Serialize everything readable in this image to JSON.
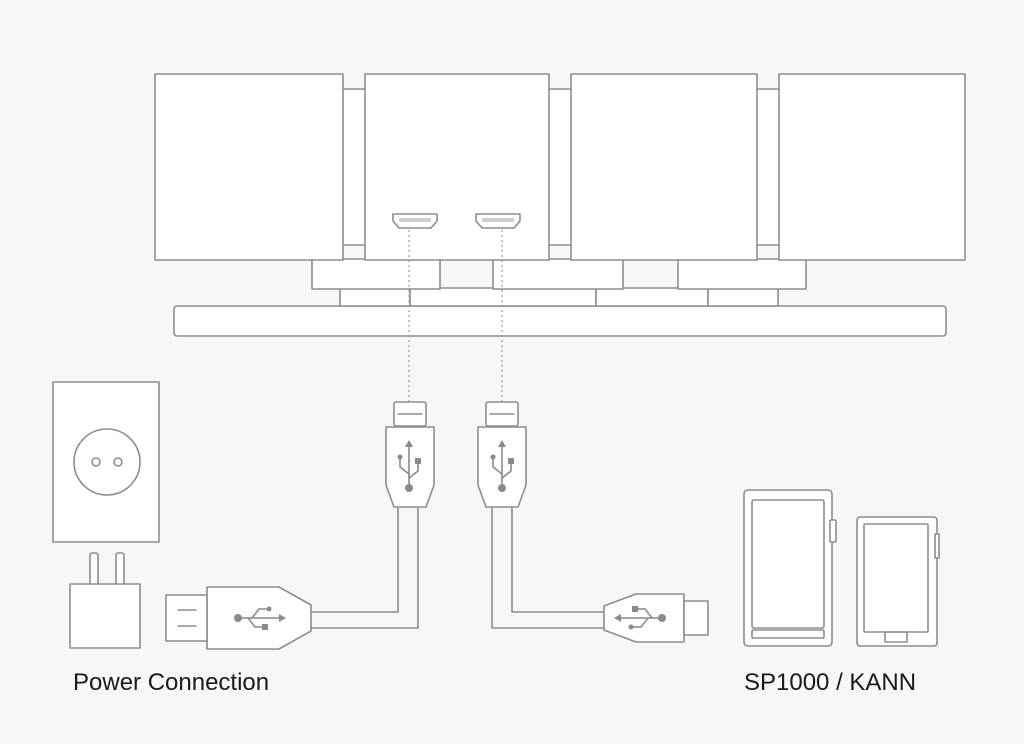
{
  "diagram": {
    "captions": {
      "power": "Power Connection",
      "player": "SP1000 / KANN"
    },
    "components": [
      {
        "name": "speaker-array",
        "count": 4
      },
      {
        "name": "micro-usb-port",
        "count": 2
      },
      {
        "name": "wall-outlet"
      },
      {
        "name": "usb-power-adapter"
      },
      {
        "name": "usb-cable",
        "count": 2
      },
      {
        "name": "sp1000-player"
      },
      {
        "name": "kann-player"
      }
    ],
    "colors": {
      "line": "#8d8d8d",
      "background": "#f7f7f7",
      "text": "#1a1a1a"
    }
  }
}
